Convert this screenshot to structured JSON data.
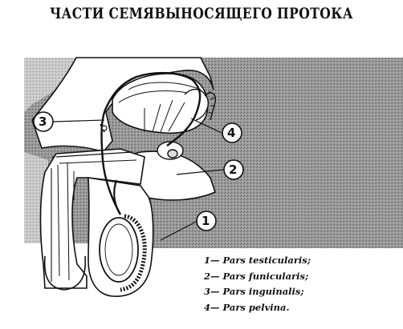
{
  "title": "ЧАСТИ СЕМЯВЫНОСЯЩЕГО ПРОТОКА",
  "callouts": [
    "1",
    "2",
    "3",
    "4"
  ],
  "legend": [
    {
      "num": "1—",
      "text": "Pars testicularis;"
    },
    {
      "num": "2—",
      "text": "Pars funicularis;"
    },
    {
      "num": "3—",
      "text": "Pars inguinalis;"
    },
    {
      "num": "4—",
      "text": "Pars pelvina."
    }
  ]
}
